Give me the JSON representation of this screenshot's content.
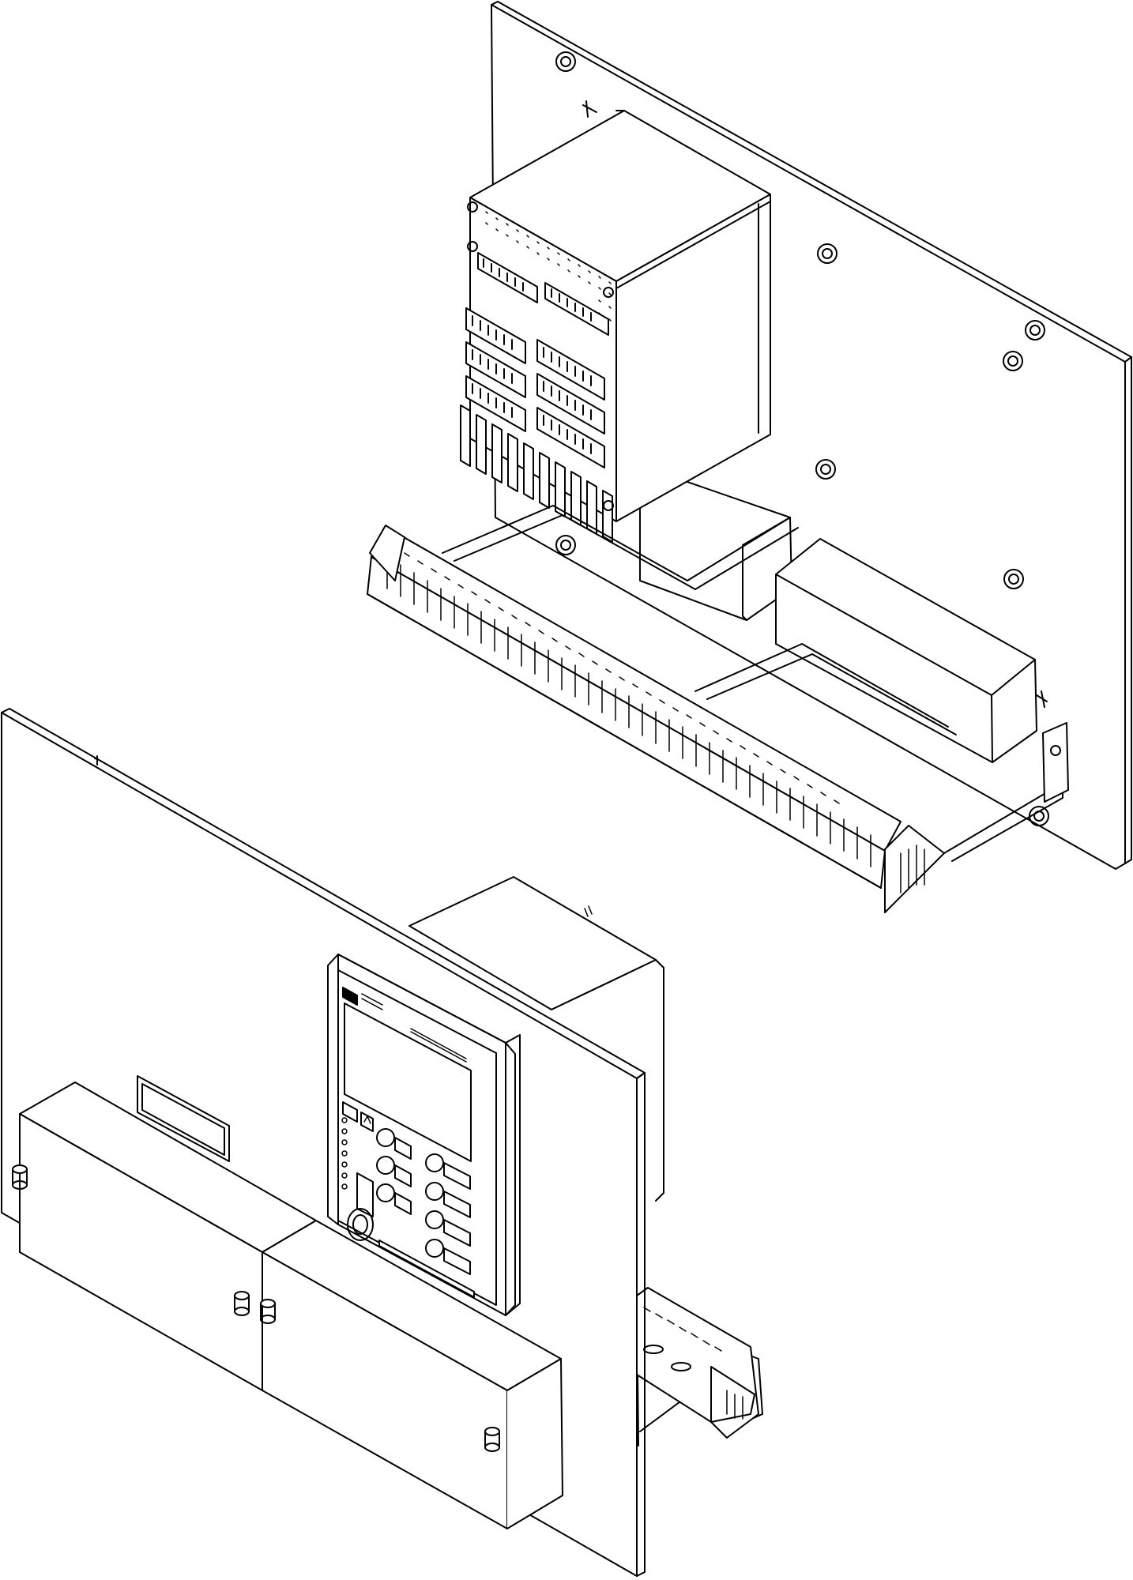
{
  "diagram": {
    "kind": "isometric line drawing",
    "line_color": "#000000",
    "background_color": "#ffffff",
    "fill_color": "#ffffff",
    "components": [
      "rear-mounting-plate",
      "relay-rear-housing",
      "terminal-block-rail",
      "front-mounting-plate",
      "relay-front-hmi",
      "front-cover-boxes"
    ],
    "text_labels": []
  }
}
